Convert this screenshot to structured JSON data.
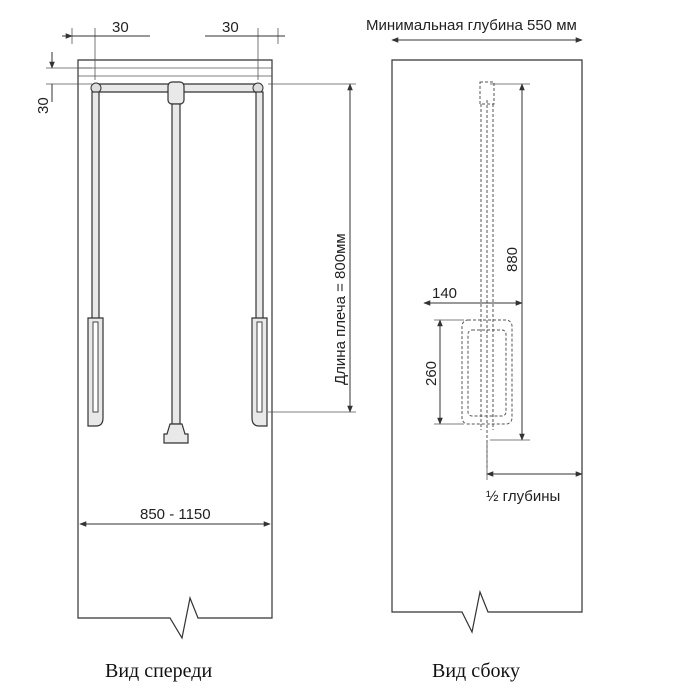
{
  "diagram": {
    "front_view": {
      "caption": "Вид спереди",
      "dim_left_offset": "30",
      "dim_right_offset": "30",
      "dim_top_offset": "30",
      "dim_arm_length": "Длина  плеча = 800мм",
      "dim_width_range": "850 - 1150"
    },
    "side_view": {
      "caption": "Вид сбоку",
      "dim_min_depth": "Минимальная глубина 550 мм",
      "dim_height": "880",
      "dim_width": "140",
      "dim_hanger": "260",
      "dim_half_depth": "½ глубины"
    }
  }
}
